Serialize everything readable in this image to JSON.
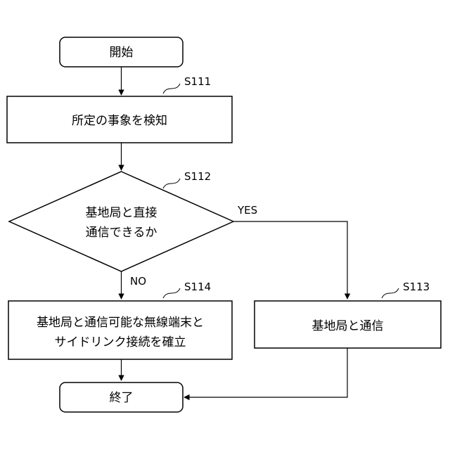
{
  "nodes": {
    "start": {
      "text": "開始"
    },
    "s111": {
      "text": "所定の事象を検知",
      "step": "S111"
    },
    "s112": {
      "line1": "基地局と直接",
      "line2": "通信できるか",
      "step": "S112"
    },
    "s113": {
      "text": "基地局と通信",
      "step": "S113"
    },
    "s114": {
      "line1": "基地局と通信可能な無線端末と",
      "line2": "サイドリンク接続を確立",
      "step": "S114"
    },
    "end": {
      "text": "終了"
    }
  },
  "branches": {
    "yes": "YES",
    "no": "NO"
  }
}
